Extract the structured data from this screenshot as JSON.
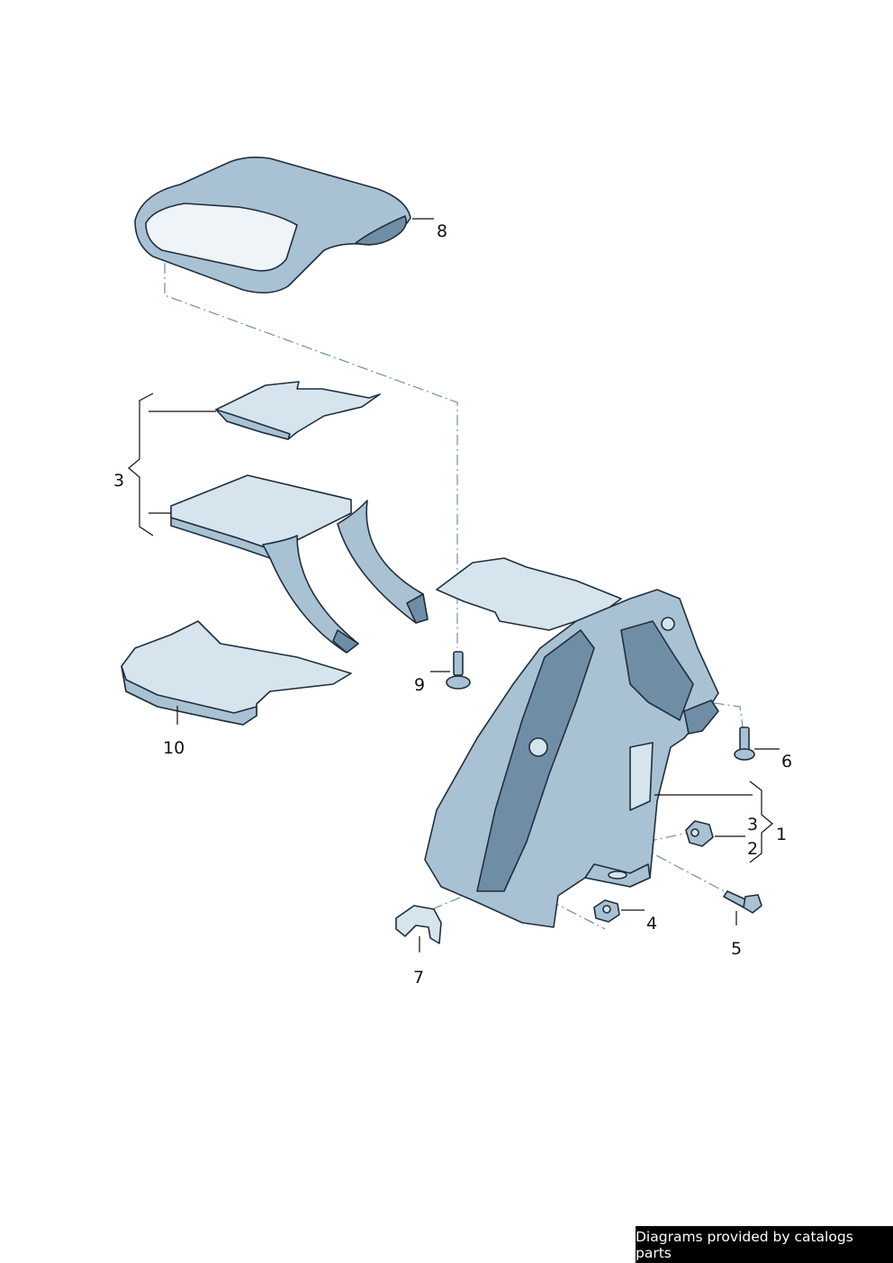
{
  "callouts": {
    "c1": "1",
    "c2": "2",
    "c3a": "3",
    "c3b": "3",
    "c4": "4",
    "c5": "5",
    "c6": "6",
    "c7": "7",
    "c8": "8",
    "c9": "9",
    "c10": "10"
  },
  "footer": {
    "credit": "Diagrams provided by catalogs parts"
  },
  "colors": {
    "part_fill": "#a9c2d3",
    "part_shadow": "#6f8ea6",
    "part_highlight": "#eef4f8",
    "outline": "#1f2f3d",
    "dashed_line": "#6f8fa6"
  }
}
